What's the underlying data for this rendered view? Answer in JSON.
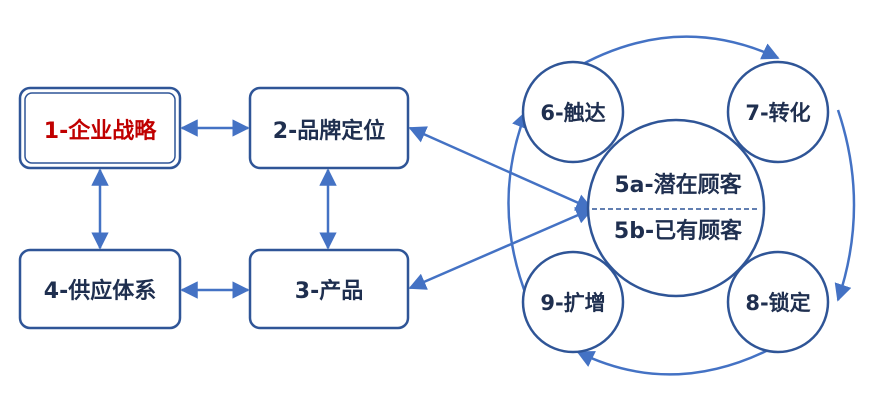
{
  "boxes": {
    "strategy": "1-企业战略",
    "brand": "2-品牌定位",
    "product": "3-产品",
    "supply": "4-供应体系"
  },
  "circles": {
    "center_top": "5a-潜在顾客",
    "center_bottom": "5b-已有顾客",
    "touch": "6-触达",
    "convert": "7-转化",
    "lock": "8-锁定",
    "expand": "9-扩增"
  },
  "colors": {
    "line": "#4472c4",
    "border": "#2f5597",
    "text": "#1f2f4f",
    "highlight": "#c00000"
  }
}
